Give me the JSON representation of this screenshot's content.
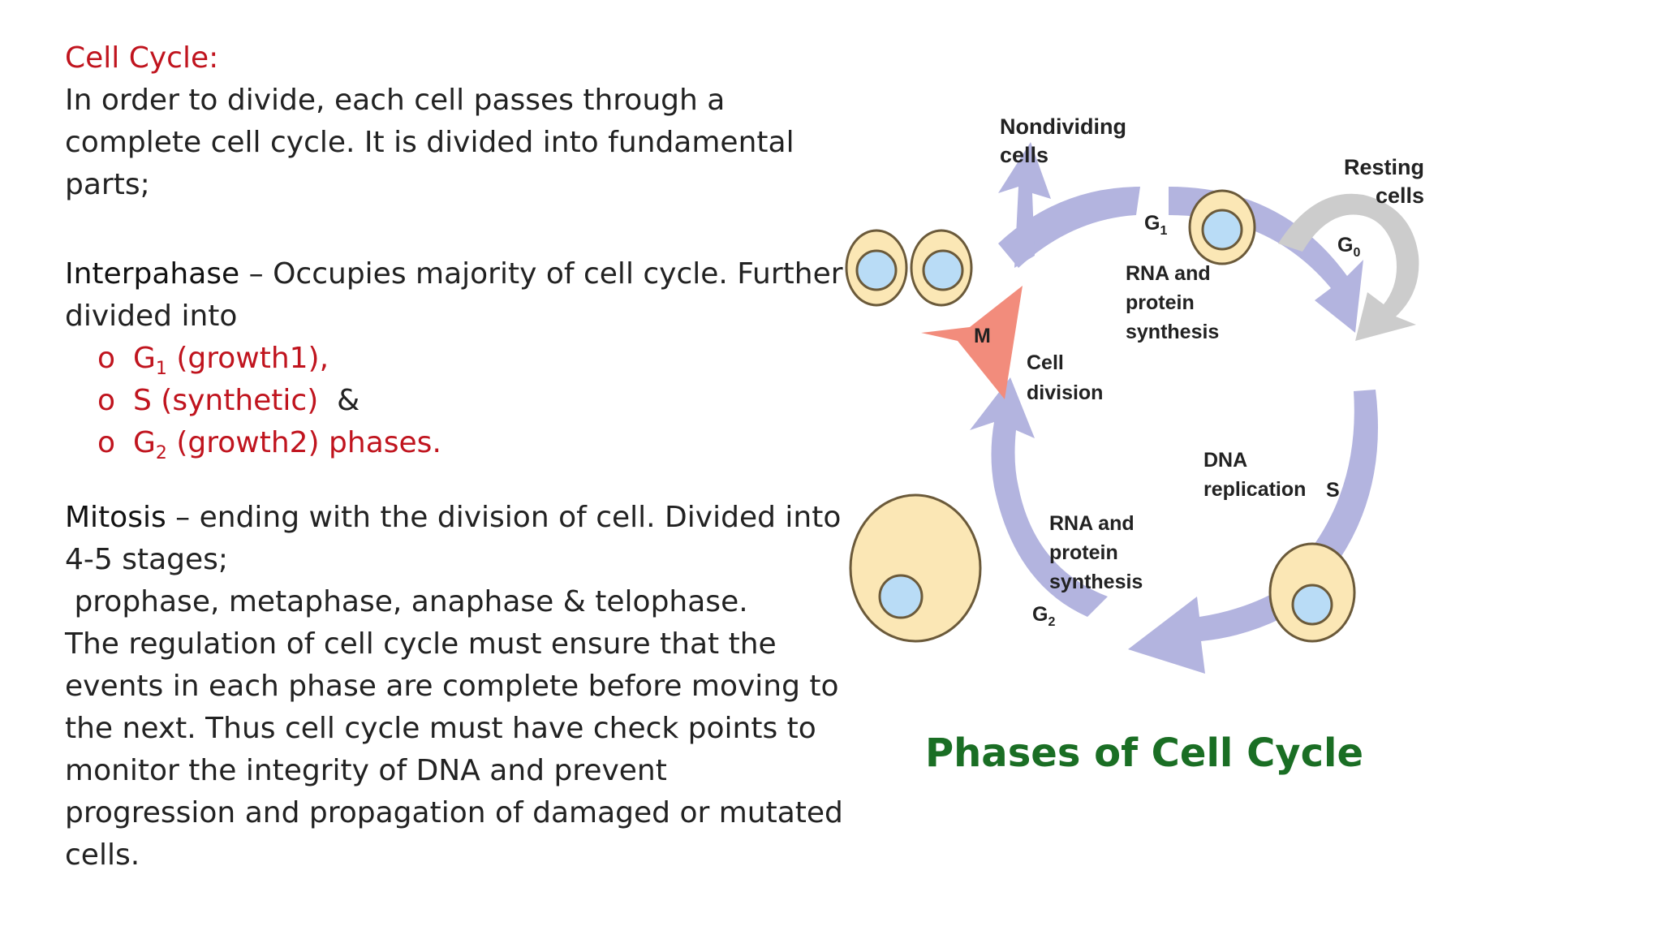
{
  "text": {
    "cell_cycle_heading": "Cell Cycle:",
    "intro": "In order to divide, each cell passes through a complete cell cycle. It is divided into fundamental parts;",
    "interphase_term": "Interpahase",
    "interphase_desc": " – Occupies majority of cell cycle. Further divided into",
    "bullets": [
      {
        "pre": "G",
        "sub": "1",
        "post": " (growth1),"
      },
      {
        "pre": "S (synthetic)",
        "sub": "",
        "post": "",
        "tail": "  &"
      },
      {
        "pre": "G",
        "sub": "2",
        "post": " (growth2) phases."
      }
    ],
    "mitosis_term": "Mitosis",
    "mitosis_desc": " – ending with the division of cell. Divided into 4-5 stages;",
    "stages": " prophase, metaphase, anaphase & telophase.",
    "regulation": "The regulation of cell cycle must ensure that the events in each phase are complete before moving to the next. Thus cell cycle must have check points to monitor the integrity of DNA and prevent progression and propagation of damaged or mutated cells."
  },
  "diagram": {
    "nondividing_l1": "Nondividing",
    "nondividing_l2": "cells",
    "resting_l1": "Resting",
    "resting_l2": "cells",
    "g1": "G",
    "g1_sub": "1",
    "g0": "G",
    "g0_sub": "0",
    "rna1_l1": "RNA and",
    "rna1_l2": "protein",
    "rna1_l3": "synthesis",
    "m": "M",
    "cell_div_l1": "Cell",
    "cell_div_l2": "division",
    "dna_l1": "DNA",
    "dna_l2": "replication",
    "s": "S",
    "rna2_l1": "RNA and",
    "rna2_l2": "protein",
    "rna2_l3": "synthesis",
    "g2": "G",
    "g2_sub": "2"
  },
  "figure_title": "Phases of Cell Cycle",
  "colors": {
    "accent_red": "#c0141e",
    "title_green": "#1a6e24",
    "cycle_arrow": "#b3b4df",
    "m_arrow": "#f28c7c",
    "cell_fill": "#fbe7b5",
    "nucleus_fill": "#b9dcf6"
  }
}
